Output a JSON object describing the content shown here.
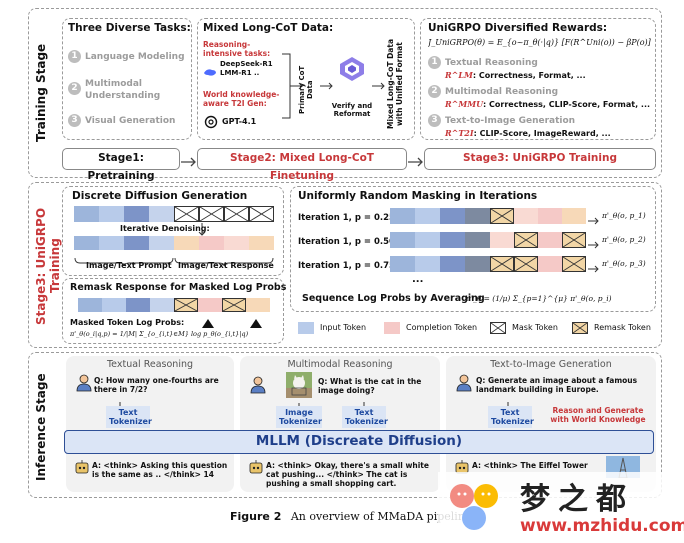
{
  "stages": {
    "training": "Training Stage",
    "stage3": "Stage3: UniGRPO Training",
    "inference": "Inference Stage"
  },
  "tasks": {
    "title": "Three Diverse Tasks:",
    "items": [
      "Language Modeling",
      "Multimodal Understanding",
      "Visual Generation"
    ]
  },
  "mixed_cot": {
    "title": "Mixed Long-CoT Data:",
    "reasoning_label": "Reasoning-intensive tasks:",
    "reasoning_models": "DeepSeek-R1 LMM-R1 ..",
    "world_label": "World knowledge-aware T2I Gen:",
    "world_model": "GPT-4.1",
    "primary": "Primary CoT Data",
    "verify": "Verify and Reformat",
    "final": "Mixed Long-CoT Data with Unified Format"
  },
  "rewards": {
    "title": "UniGRPO Diversified Rewards:",
    "formula": "J_UniGRPO(θ) = E_{o~π_θ(·|q)} [F(R^Uni(o)) − βP(o)]",
    "items": [
      {
        "name": "Textual Reasoning",
        "sym": "R^LM",
        "desc": ": Correctness, Format, ..."
      },
      {
        "name": "Multimodal Reasoning",
        "sym": "R^MMU",
        "desc": ": Correctness, CLIP-Score, Format, ..."
      },
      {
        "name": "Text-to-Image Generation",
        "sym": "R^T2I",
        "desc": ": CLIP-Score, ImageReward, ..."
      }
    ]
  },
  "pipeline": {
    "stage1": "Stage1: Pretraining",
    "stage2": "Stage2: Mixed Long-CoT Finetuning",
    "stage3": "Stage3: UniGRPO Training"
  },
  "diffusion": {
    "title": "Discrete Diffusion Generation",
    "denoise": "Iterative Denoising:",
    "prompt": "Image/Text Prompt",
    "response": "Image/Text Response"
  },
  "remask": {
    "title": "Remask Response for Masked Log Probs",
    "label": "Masked Token Log Probs:",
    "formula": "π'_θ(o_i|q,p) = 1/|M| Σ_{o_{i,t}∈M} log p_θ(o_{i,t}|q)"
  },
  "masking": {
    "title": "Uniformly Random Masking in Iterations",
    "iterations": [
      {
        "label": "Iteration 1, p = 0.25",
        "out": "π'_θ(o, p_1)"
      },
      {
        "label": "Iteration 1, p = 0.50",
        "out": "π'_θ(o, p_2)"
      },
      {
        "label": "Iteration 1, p = 0.75",
        "out": "π'_θ(o, p_3)"
      }
    ],
    "dots": "...",
    "avg_label": "Sequence Log Probs by Averaging",
    "avg_formula": "π'_θ = (1/μ) Σ_{p=1}^{μ} π'_θ(o, p_i)"
  },
  "legend": [
    "Input Token",
    "Completion Token",
    "Mask Token",
    "Remask Token"
  ],
  "inference": {
    "textual": {
      "title": "Textual Reasoning",
      "question": "Q: How many one-fourths are there in 7/2?",
      "tokenizer": "Text Tokenizer",
      "answer": "A: <think> Asking this question is the same as .. </think> 14"
    },
    "multimodal": {
      "title": "Multimodal Reasoning",
      "question": "Q: What is the cat in the image doing?",
      "image_tokenizer": "Image Tokenizer",
      "text_tokenizer": "Text Tokenizer",
      "answer": "A: <think> Okay, there's a small white cat pushing... </think> The cat is pushing a small shopping cart."
    },
    "t2i": {
      "title": "Text-to-Image Generation",
      "question": "Q: Generate an image about a famous landmark building in Europe.",
      "tokenizer": "Text Tokenizer",
      "reason": "Reason and Generate with World Knowledge",
      "answer": "A: <think> The Eiffel Tower"
    },
    "mllm": "MLLM (Discreate Diffusion)"
  },
  "caption": {
    "label": "Figure 2",
    "text": "An overview of MMaDA pipelin"
  },
  "watermark": {
    "brand": "梦之都",
    "url": "www.mzhidu.com"
  }
}
